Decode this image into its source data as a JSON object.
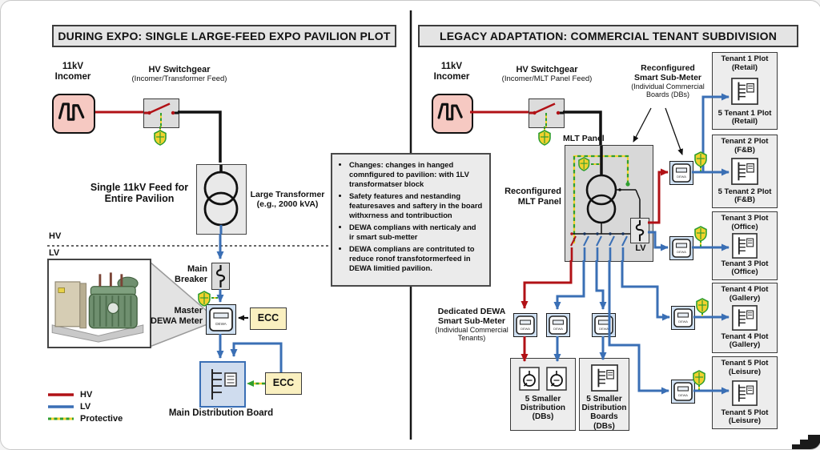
{
  "colors": {
    "hv_red": "#b11116",
    "lv_blue": "#3a6fb5",
    "protective_green": "#2f9e2f",
    "protective_yellow": "#f2d22e"
  },
  "left": {
    "title": "DURING EXPO: SINGLE LARGE-FEED EXPO PAVILION PLOT",
    "incomer": [
      "11kV",
      "Incomer"
    ],
    "switchgear_title": "HV Switchgear",
    "switchgear_sub": "(Incomer/Transformer Feed)",
    "feed_label": [
      "Single 11kV Feed for",
      "Entire Pavilion"
    ],
    "transformer_label": [
      "Large Transformer",
      "(e.g., 2000 kVA)"
    ],
    "hv_label": "HV",
    "lv_label": "LV",
    "breaker_label": [
      "Main",
      "Breaker"
    ],
    "meter_label": [
      "Master",
      "DEWA Meter"
    ],
    "ecc_label": "ECC",
    "mdb_label": "Main Distribution Board",
    "legend": {
      "hv": "HV",
      "lv": "LV",
      "protective": "Protective"
    }
  },
  "middle": {
    "bullets": [
      "Changes: changes in hanged comnfigured to pavilion: with 1LV transformatser block",
      "Safety features and nestanding featuresaves and saftery in the board withxrness and tontribuction",
      "DEWA complians with nerticaly and ir smart sub-metter",
      "DEWA complians are contrituted to reduce ronof transfotormerfeed in DEWA limitied pavilion."
    ]
  },
  "right": {
    "title": "LEGACY ADAPTATION: COMMERCIAL TENANT SUBDIVISION",
    "incomer": [
      "11kV",
      "Incomer"
    ],
    "switchgear_title": "HV Switchgear",
    "switchgear_sub": "(Incomer/MLT Panel Feed)",
    "mlt_panel_label": "MLT Panel",
    "reconfigured_label": [
      "Reconfigured",
      "MLT Panel"
    ],
    "submeter_label": [
      "Reconfigured",
      "Smart Sub-Meter",
      "(Individual Commercial",
      "Boards (DBs)"
    ],
    "lv_label": "LV",
    "dedicated_label": [
      "Dedicated DEWA",
      "Smart Sub-Meter",
      "(Individual Commercial",
      "Tenants)"
    ],
    "box1_label": [
      "5 Smaller",
      "Distribution",
      "(DBs)"
    ],
    "box2_label": [
      "5 Smaller",
      "Distribution",
      "Boards",
      "(DBs)"
    ],
    "tenants": [
      {
        "title": [
          "Tenant 1 Plot",
          "(Retail)"
        ],
        "sub": [
          "5 Tenant 1 Plot",
          "(Retail)"
        ]
      },
      {
        "title": [
          "Tenant 2 Plot",
          "(F&B)"
        ],
        "sub": [
          "5 Tenant 2 Plot",
          "(F&B)"
        ]
      },
      {
        "title": [
          "Tenant 3 Plot",
          "(Office)"
        ],
        "sub": [
          "Tenant 3 Plot",
          "(Office)"
        ]
      },
      {
        "title": [
          "Tenant 4 Plot",
          "(Gallery)"
        ],
        "sub": [
          "Tenant 4 Plot",
          "(Gallery)"
        ]
      },
      {
        "title": [
          "Tenant 5 Plot",
          "(Leisure)"
        ],
        "sub": [
          "Tenant 5 Plot",
          "(Leisure)"
        ]
      }
    ]
  },
  "icons": {
    "meter_text": "DEWA"
  }
}
